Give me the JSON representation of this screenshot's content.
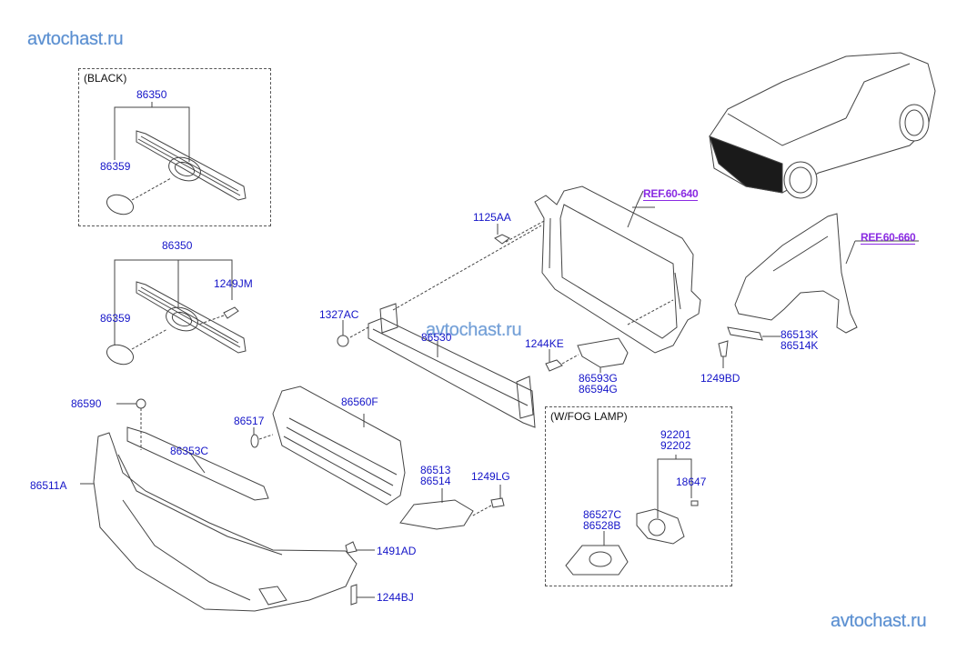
{
  "watermarks": {
    "top_left": "avtochast.ru",
    "center": "avtochast.ru",
    "bottom_right": "avtochast.ru"
  },
  "groups": {
    "black": {
      "title": "(BLACK)"
    },
    "fog_lamp": {
      "title": "(W/FOG LAMP)"
    }
  },
  "references": {
    "radiator_support": "REF.60-640",
    "fender": "REF.60-660"
  },
  "labels": {
    "grille_black_assy": "86350",
    "emblem_black": "86359",
    "grille_assy": "86350",
    "grille_screw": "1249JM",
    "emblem": "86359",
    "bolt_1125aa": "1125AA",
    "nut_1327ac": "1327AC",
    "beam": "86530",
    "bolt_1244ke": "1244KE",
    "bracket_lh": "86593G",
    "bracket_rh": "86594G",
    "screw_1249bd": "1249BD",
    "fender_bracket_lh": "86513K",
    "fender_bracket_rh": "86514K",
    "clip_86590": "86590",
    "bumper": "86511A",
    "grille_molding": "86353C",
    "cap_86517": "86517",
    "lower_grille": "86560F",
    "fog_cover_lh": "86513",
    "fog_cover_rh": "86514",
    "screw_1249lg": "1249LG",
    "nut_1491ad": "1491AD",
    "bolt_1244bj": "1244BJ",
    "fog_lamp_lh": "92201",
    "fog_lamp_rh": "92202",
    "bulb": "18647",
    "fog_bezel_lh": "86527C",
    "fog_bezel_rh": "86528B"
  },
  "colors": {
    "part_number": "#1414c8",
    "reference": "#8a2be2",
    "watermark": "#5b8fd0",
    "line": "#444444"
  }
}
